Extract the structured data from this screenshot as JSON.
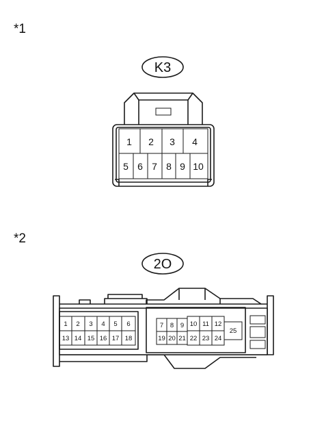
{
  "connector1": {
    "marker": "*1",
    "code": "K3",
    "pins_row1": [
      "1",
      "2",
      "3",
      "4"
    ],
    "pins_row2": [
      "5",
      "6",
      "7",
      "8",
      "9",
      "10"
    ]
  },
  "connector2": {
    "marker": "*2",
    "code": "2O",
    "pins_left_row1": [
      "1",
      "2",
      "3",
      "4",
      "5",
      "6"
    ],
    "pins_left_row2": [
      "13",
      "14",
      "15",
      "16",
      "17",
      "18"
    ],
    "pins_mid_row1": [
      "7",
      "8",
      "9"
    ],
    "pins_mid_row2": [
      "19",
      "20",
      "21"
    ],
    "pins_right_row1": [
      "10",
      "11",
      "12"
    ],
    "pins_right_row2": [
      "22",
      "23",
      "24"
    ],
    "pin_extra": "25"
  }
}
